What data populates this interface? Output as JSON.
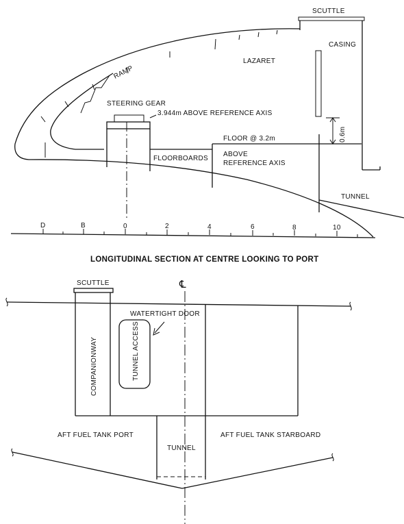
{
  "upper": {
    "scuttle": "SCUTTLE",
    "casing": "CASING",
    "lazaret": "LAZARET",
    "ramp": "RAMP",
    "steering_gear": "STEERING GEAR",
    "height_note": "3.944m  ABOVE REFERENCE AXIS",
    "floor_note": "FLOOR @ 3.2m",
    "dimension": "0.6m",
    "floorboards": "FLOORBOARDS",
    "above": "ABOVE",
    "reference_axis": "REFERENCE AXIS",
    "tunnel": "TUNNEL",
    "scale_ticks": [
      "D",
      "B",
      "0",
      "2",
      "4",
      "6",
      "8",
      "10"
    ]
  },
  "title": "LONGITUDINAL SECTION AT CENTRE LOOKING TO PORT",
  "lower": {
    "scuttle": "SCUTTLE",
    "centreline": "℄",
    "watertight_door": "WATERTIGHT DOOR",
    "tunnel_access": "TUNNEL ACCESS",
    "companionway": "COMPANIONWAY",
    "fuel_port": "AFT FUEL TANK PORT",
    "fuel_starboard": "AFT FUEL TANK STARBOARD",
    "tunnel": "TUNNEL"
  }
}
